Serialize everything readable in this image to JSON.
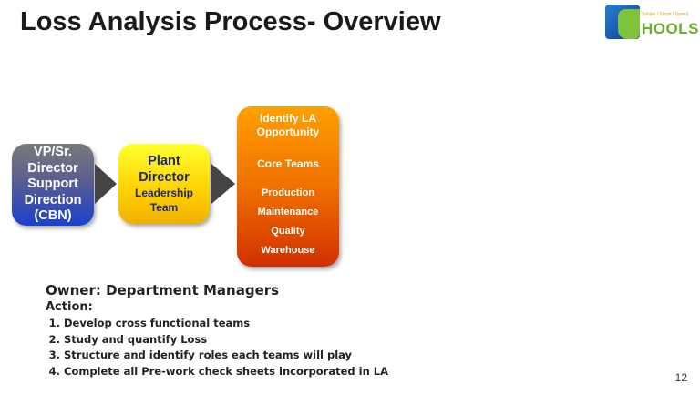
{
  "title": "Loss Analysis Process- Overview",
  "logo": {
    "tagline": "Simple | Smart | Speed",
    "word": "HOOLS",
    "brand_colors": [
      "#1d5fc0",
      "#7ec43a"
    ]
  },
  "diagram": {
    "box1": [
      "VP/Sr.",
      "Director",
      "Support",
      "Direction",
      "(CBN)"
    ],
    "box2": {
      "title": [
        "Plant",
        "Director"
      ],
      "subtitle": [
        "Leadership",
        "Team"
      ]
    },
    "box3": {
      "heading": [
        "Identify LA",
        "Opportunity"
      ],
      "core": "Core Teams",
      "teams": [
        "Production",
        "Maintenance",
        "Quality",
        "Warehouse"
      ]
    }
  },
  "owner": "Owner: Department Managers",
  "action_label": "Action:",
  "actions": [
    "Develop cross functional teams",
    "Study and quantify Loss",
    "Structure and identify roles each teams will play",
    "Complete all Pre-work check sheets incorporated in LA"
  ],
  "page_number": "12"
}
